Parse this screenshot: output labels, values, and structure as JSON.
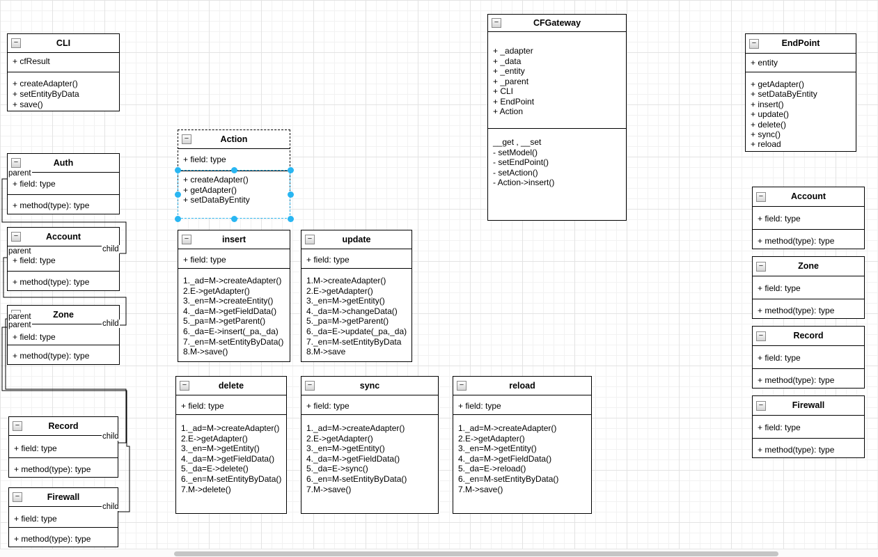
{
  "app": {
    "type": "uml-class-diagram-editor",
    "collapse_icon_glyph": "−"
  },
  "colors": {
    "box_background": "#ffffff",
    "box_border": "#000000",
    "text": "#000000",
    "selection_handle": "#29b6f2",
    "grid_minor": "#f2f2f2",
    "grid_major": "#e3e3e3",
    "scrollbar_thumb": "#c5c5c5"
  },
  "selection": {
    "selected_class": "Action",
    "selected_compartment": "methods"
  },
  "classes": [
    {
      "id": "cli",
      "title": "CLI",
      "attributes": [
        "+ cfResult"
      ],
      "methods": [
        "+ createAdapter()",
        "+ setEntityByData",
        "+ save()"
      ]
    },
    {
      "id": "auth",
      "title": "Auth",
      "attributes": [
        "+ field: type"
      ],
      "methods": [
        "+ method(type): type"
      ]
    },
    {
      "id": "account_left",
      "title": "Account",
      "attributes": [
        "+ field: type"
      ],
      "methods": [
        "+ method(type): type"
      ]
    },
    {
      "id": "zone_left",
      "title": "Zone",
      "attributes": [
        "+ field: type"
      ],
      "methods": [
        "+ method(type): type"
      ]
    },
    {
      "id": "record_left",
      "title": "Record",
      "attributes": [
        "+ field: type"
      ],
      "methods": [
        "+ method(type): type"
      ]
    },
    {
      "id": "firewall_left",
      "title": "Firewall",
      "attributes": [
        "+ field: type"
      ],
      "methods": [
        "+ method(type): type"
      ]
    },
    {
      "id": "action",
      "title": "Action",
      "attributes": [
        "+ field: type"
      ],
      "methods": [
        "+ createAdapter()",
        "+ getAdapter()",
        "+ setDataByEntity"
      ]
    },
    {
      "id": "insert",
      "title": "insert",
      "attributes": [
        "+ field: type"
      ],
      "methods": [
        "1._ad=M->createAdapter()",
        "2.E->getAdapter()",
        "3._en=M->createEntity()",
        "4._da=M->getFieldData()",
        "5._pa=M->getParent()",
        "6._da=E->insert(_pa,_da)",
        "7._en=M-setEntityByData()",
        "8.M->save()"
      ]
    },
    {
      "id": "update",
      "title": "update",
      "attributes": [
        "+ field: type"
      ],
      "methods": [
        "1.M->createAdapter()",
        "2.E->getAdapter()",
        "3._en=M->getEntity()",
        "4._da=M->changeData()",
        "5._pa=M->getParent()",
        "6._da=E->update(_pa,_da)",
        "7._en=M-setEntityByData",
        "8.M->save"
      ]
    },
    {
      "id": "delete",
      "title": "delete",
      "attributes": [
        "+ field: type"
      ],
      "methods": [
        "1._ad=M->createAdapter()",
        "2.E->getAdapter()",
        "3._en=M->getEntity()",
        "4._da=M->getFieldData()",
        "5._da=E->delete()",
        "6._en=M-setEntityByData()",
        "7.M->delete()"
      ]
    },
    {
      "id": "sync",
      "title": "sync",
      "attributes": [
        "+ field: type"
      ],
      "methods": [
        "1._ad=M->createAdapter()",
        "2.E->getAdapter()",
        "3._en=M->getEntity()",
        "4._da=M->getFieldData()",
        "5._da=E->sync()",
        "6._en=M-setEntityByData()",
        "7.M->save()"
      ]
    },
    {
      "id": "reload",
      "title": "reload",
      "attributes": [
        "+ field: type"
      ],
      "methods": [
        "1._ad=M->createAdapter()",
        "2.E->getAdapter()",
        "3._en=M->getEntity()",
        "4._da=M->getFieldData()",
        "5._da=E->reload()",
        "6._en=M-setEntityByData()",
        "7.M->save()"
      ]
    },
    {
      "id": "cfgateway",
      "title": "CFGateway",
      "attributes": [
        "+ _adapter",
        "+ _data",
        "+ _entity",
        "+ _parent",
        "+ CLI",
        "+ EndPoint",
        "+ Action"
      ],
      "methods": [
        "__get , __set",
        "- setModel()",
        "- setEndPoint()",
        "- setAction()",
        "- Action->insert()"
      ]
    },
    {
      "id": "endpoint",
      "title": "EndPoint",
      "attributes": [
        "+ entity"
      ],
      "methods": [
        "+ getAdapter()",
        "+ setDataByEntity",
        "+ insert()",
        "+ update()",
        "+ delete()",
        "+ sync()",
        "+ reload"
      ]
    },
    {
      "id": "account_right",
      "title": "Account",
      "attributes": [
        "+ field: type"
      ],
      "methods": [
        "+ method(type): type"
      ]
    },
    {
      "id": "zone_right",
      "title": "Zone",
      "attributes": [
        "+ field: type"
      ],
      "methods": [
        "+ method(type): type"
      ]
    },
    {
      "id": "record_right",
      "title": "Record",
      "attributes": [
        "+ field: type"
      ],
      "methods": [
        "+ method(type): type"
      ]
    },
    {
      "id": "firewall_right",
      "title": "Firewall",
      "attributes": [
        "+ field: type"
      ],
      "methods": [
        "+ method(type): type"
      ]
    }
  ],
  "edges": [
    {
      "id": "auth-account",
      "from": "Auth",
      "to": "Account",
      "source_label": "parent",
      "target_label": "child"
    },
    {
      "id": "account-zone",
      "from": "Account",
      "to": "Zone",
      "source_label": "parent",
      "target_label": "child"
    },
    {
      "id": "zone-record",
      "from": "Zone",
      "to": "Record",
      "source_label": "parent",
      "target_label": "child"
    },
    {
      "id": "zone-firewall",
      "from": "Zone",
      "to": "Firewall",
      "source_label": "parent",
      "target_label": "child"
    }
  ]
}
